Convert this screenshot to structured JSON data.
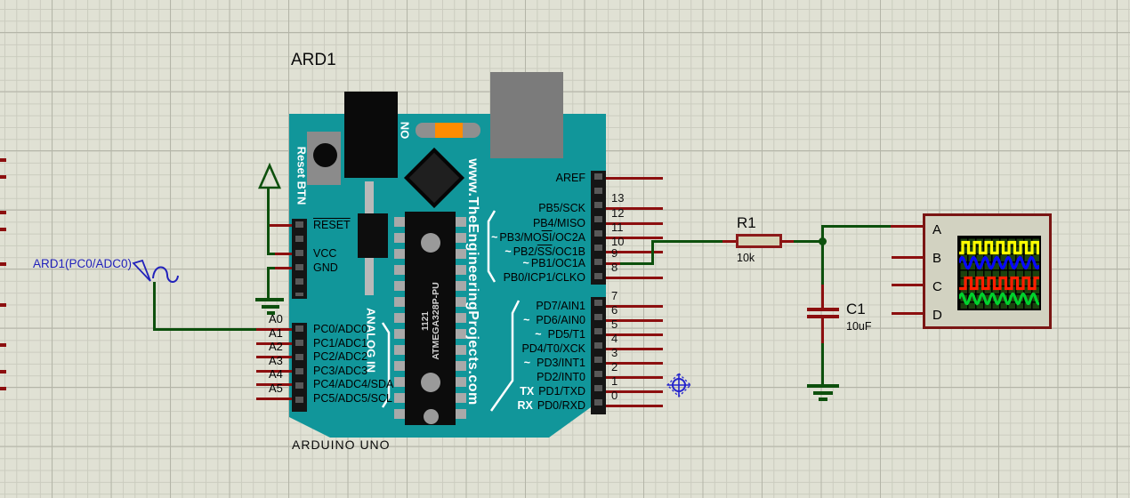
{
  "source": {
    "label": "ARD1(PC0/ADC0)"
  },
  "arduino": {
    "ref": "ARD1",
    "footer": "ARDUINO UNO",
    "reset_btn": "Reset BTN",
    "on_label": "ON",
    "watermark": "www.TheEngineeringProjects.com",
    "analog_in": "ANALOG IN",
    "chip": {
      "line1": "1121",
      "line2": "ATMEGA328P-PU"
    },
    "left_pins": [
      {
        "label": "RESET"
      },
      {
        "label": "VCC"
      },
      {
        "label": "GND"
      }
    ],
    "analog_pins": [
      {
        "outer": "A0",
        "label": "PC0/ADC0"
      },
      {
        "outer": "A1",
        "label": "PC1/ADC1"
      },
      {
        "outer": "A2",
        "label": "PC2/ADC2"
      },
      {
        "outer": "A3",
        "label": "PC3/ADC3"
      },
      {
        "outer": "A4",
        "label": "PC4/ADC4/SDA"
      },
      {
        "outer": "A5",
        "label": "PC5/ADC5/SCL"
      }
    ],
    "right_upper": [
      {
        "num": "",
        "tilde": "",
        "pre": "AREF",
        "over": "",
        "post": ""
      },
      {
        "num": "13",
        "tilde": "",
        "pre": "PB5/SCK",
        "over": "",
        "post": ""
      },
      {
        "num": "12",
        "tilde": "",
        "pre": "PB4/MISO",
        "over": "",
        "post": ""
      },
      {
        "num": "11",
        "tilde": "~",
        "pre": "PB3/MO",
        "over": "SI",
        "post": "/OC2A"
      },
      {
        "num": "10",
        "tilde": "~",
        "pre": "PB2/",
        "over": "SS",
        "post": "/OC1B"
      },
      {
        "num": "9",
        "tilde": "~",
        "pre": "PB1/OC1A",
        "over": "",
        "post": ""
      },
      {
        "num": "8",
        "tilde": "",
        "pre": "PB0/ICP1/CLKO",
        "over": "",
        "post": ""
      }
    ],
    "right_lower": [
      {
        "num": "7",
        "tilde": "",
        "prefix": "",
        "label": "PD7/AIN1"
      },
      {
        "num": "6",
        "tilde": "~",
        "prefix": "",
        "label": "PD6/AIN0"
      },
      {
        "num": "5",
        "tilde": "~",
        "prefix": "",
        "label": "PD5/T1"
      },
      {
        "num": "4",
        "tilde": "",
        "prefix": "",
        "label": "PD4/T0/XCK"
      },
      {
        "num": "3",
        "tilde": "~",
        "prefix": "",
        "label": "PD3/INT1"
      },
      {
        "num": "2",
        "tilde": "",
        "prefix": "",
        "label": "PD2/INT0"
      },
      {
        "num": "1",
        "tilde": "",
        "prefix": "TX",
        "label": "PD1/TXD"
      },
      {
        "num": "0",
        "tilde": "",
        "prefix": "RX",
        "label": "PD0/RXD"
      }
    ]
  },
  "resistor": {
    "ref": "R1",
    "value": "10k"
  },
  "capacitor": {
    "ref": "C1",
    "value": "10uF"
  },
  "oscilloscope": {
    "channels": [
      "A",
      "B",
      "C",
      "D"
    ],
    "waveforms": [
      {
        "channel": "A",
        "type": "square",
        "color": "#ffff00"
      },
      {
        "channel": "B",
        "type": "sine",
        "color": "#0808ff"
      },
      {
        "channel": "C",
        "type": "square",
        "color": "#ff1e00"
      },
      {
        "channel": "D",
        "type": "sine",
        "color": "#00d22d"
      }
    ]
  },
  "colors": {
    "board_teal": "#11969a",
    "wire_green": "#0d500d",
    "pin_red": "#8c0f0f",
    "label_blue": "#2222bb"
  }
}
